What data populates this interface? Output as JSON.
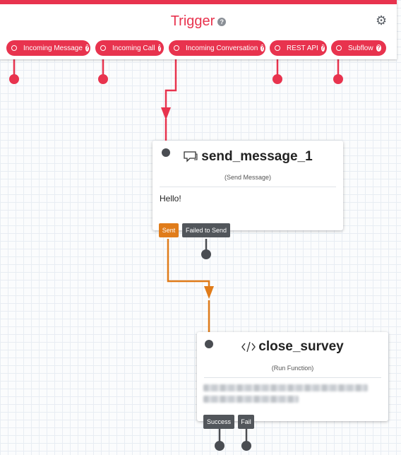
{
  "trigger": {
    "title": "Trigger",
    "help_glyph": "?",
    "settings_icon": "gears-icon",
    "pills": [
      {
        "label": "Incoming Message"
      },
      {
        "label": "Incoming Call"
      },
      {
        "label": "Incoming Conversation"
      },
      {
        "label": "REST API"
      },
      {
        "label": "Subflow"
      }
    ],
    "accent_color": "#e8334e"
  },
  "send_message": {
    "name": "send_message_1",
    "type": "(Send Message)",
    "icon": "chat-bubble-icon",
    "body": "Hello!",
    "outputs": [
      "Sent",
      "Failed to Send"
    ]
  },
  "close_survey": {
    "name": "close_survey",
    "type": "(Run Function)",
    "icon": "code-icon",
    "outputs": [
      "Success",
      "Fail"
    ]
  },
  "colors": {
    "sent": "#e07c1a",
    "neutral_label": "#52565b",
    "port": "#4a4d52"
  }
}
